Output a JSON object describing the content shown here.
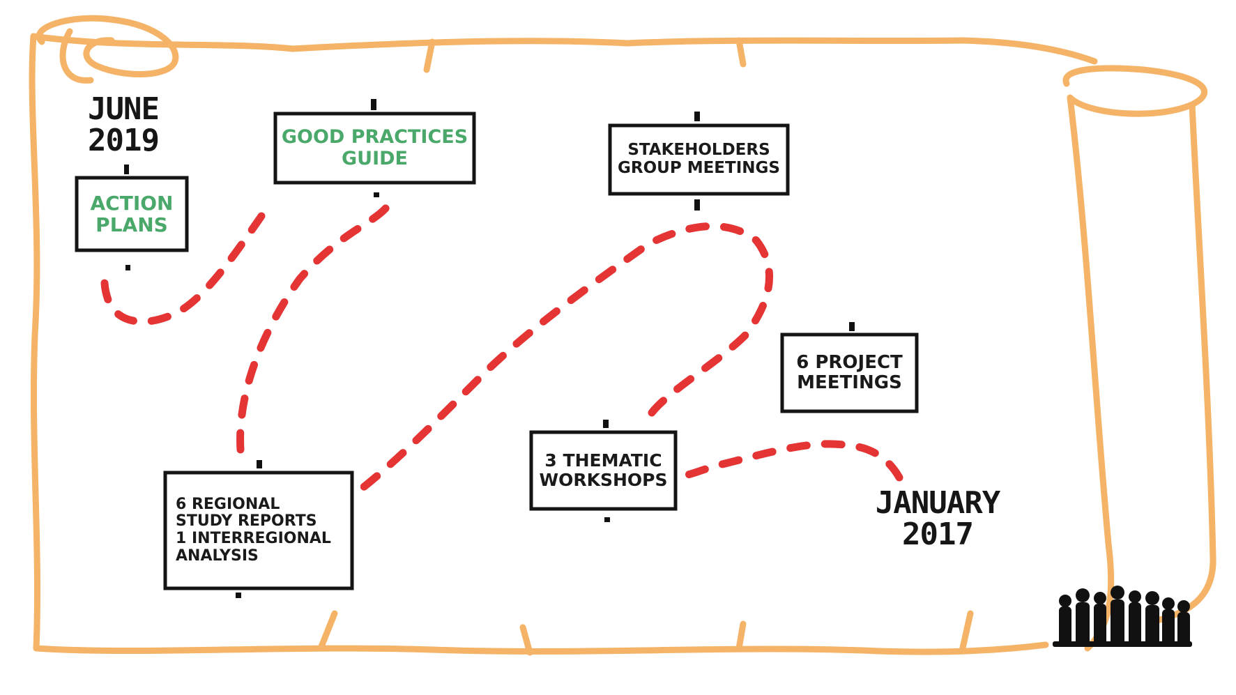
{
  "timeline": {
    "start_date": "JANUARY 2017",
    "end_date": "JUNE 2019"
  },
  "signs": {
    "action_plans": [
      "ACTION",
      "PLANS"
    ],
    "good_practices": [
      "GOOD PRACTICES",
      "GUIDE"
    ],
    "stakeholders": [
      "STAKEHOLDERS",
      "GROUP MEETINGS"
    ],
    "project_meetings": [
      "6 PROJECT",
      "MEETINGS"
    ],
    "thematic_workshops": [
      "3 THEMATIC",
      "WORKSHOPS"
    ],
    "regional_reports": [
      "6 REGIONAL",
      "STUDY REPORTS",
      "1 INTERREGIONAL",
      "ANALYSIS"
    ]
  },
  "colors": {
    "scroll": "#f4b366",
    "path": "#e43434",
    "sign_text_green": "#4aa86a",
    "sign_text_dark": "#1a1a1a"
  }
}
